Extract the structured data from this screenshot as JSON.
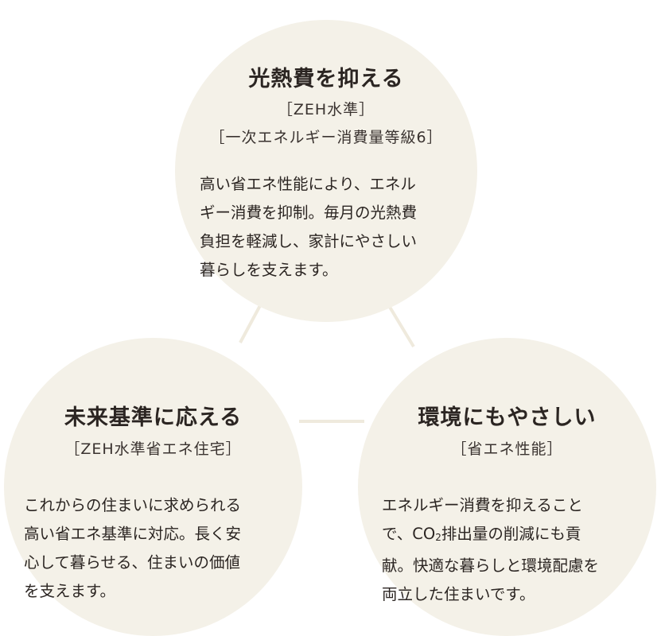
{
  "top": {
    "title": "光熱費を抑える",
    "sub1": "［ZEH水準］",
    "sub2": "［一次エネルギー消費量等級6］",
    "desc": [
      "高い省エネ性能により、エネル",
      "ギー消費を抑制。毎月の光熱費",
      "負担を軽減し、家計にやさしい",
      "暮らしを支えます。"
    ]
  },
  "left": {
    "title": "未来基準に応える",
    "sub": "［ZEH水準省エネ住宅］",
    "desc": [
      "これからの住まいに求められる",
      "高い省エネ基準に対応。長く安",
      "心して暮らせる、住まいの価値",
      "を支えます。"
    ]
  },
  "right": {
    "title": "環境にもやさしい",
    "sub": "［省エネ性能］",
    "desc1": "エネルギー消費を抑えること",
    "desc2_pre": "で、CO",
    "desc2_subscript": "2",
    "desc2_post": "排出量の削減にも貢",
    "desc3": "献。快適な暮らしと環境配慮を",
    "desc4": "両立した住まいです。"
  },
  "colors": {
    "circle": "#f4f1e8",
    "connector": "#efeadd",
    "text": "#2b2522"
  }
}
